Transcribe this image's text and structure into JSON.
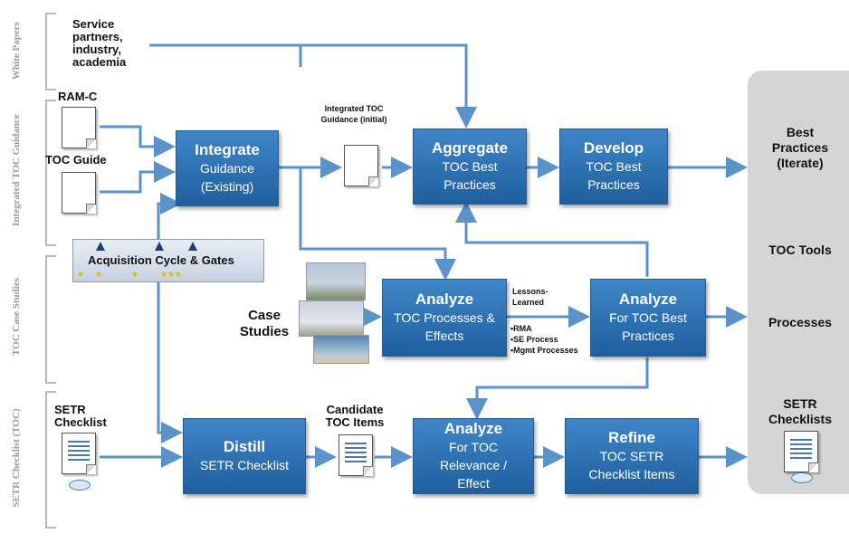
{
  "lanes": {
    "white_papers": "White Papers",
    "integrated_toc_guidance": "Integrated TOC Guidance",
    "toc_case_studies": "TOC Case Studies",
    "setr_checklist": "SETR Checklist (TOC)"
  },
  "sources": {
    "service_partners": "Service partners, industry, academia",
    "ram_c": "RAM-C",
    "toc_guide": "TOC Guide",
    "acquisition_cycle": "Acquisition Cycle & Gates",
    "case_studies": "Case Studies",
    "setr_checklist": "SETR Checklist",
    "integrated_toc_guidance_initial": "Integrated TOC Guidance (initial)",
    "candidate_toc_items": "Candidate TOC Items"
  },
  "boxes": {
    "integrate": {
      "title": "Integrate",
      "sub": "Guidance (Existing)"
    },
    "aggregate": {
      "title": "Aggregate",
      "sub": "TOC Best Practices"
    },
    "develop": {
      "title": "Develop",
      "sub": "TOC Best Practices"
    },
    "analyze_toc": {
      "title": "Analyze",
      "sub": "TOC Processes & Effects"
    },
    "analyze_best": {
      "title": "Analyze",
      "sub": "For TOC Best Practices"
    },
    "distill": {
      "title": "Distill",
      "sub": "SETR Checklist"
    },
    "analyze_relevance": {
      "title": "Analyze",
      "sub": "For TOC Relevance / Effect"
    },
    "refine": {
      "title": "Refine",
      "sub": "TOC SETR Checklist Items"
    }
  },
  "notes": {
    "lessons_learned": "Lessons-Learned",
    "rma": "•RMA",
    "se_process": "•SE Process",
    "mgmt_processes": "•Mgmt Processes"
  },
  "outputs": {
    "best_practices": "Best Practices (Iterate)",
    "toc_tools": "TOC Tools",
    "processes": "Processes",
    "setr_checklists": "SETR Checklists"
  },
  "colors": {
    "box_top": "#3f86c8",
    "box_bottom": "#1f5f9e",
    "arrow": "#5b92c9",
    "panel": "#d5d5d5"
  }
}
